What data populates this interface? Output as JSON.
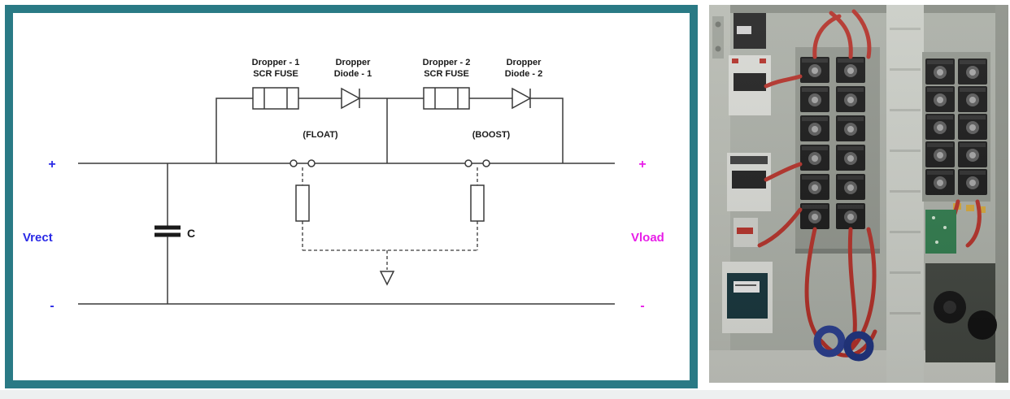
{
  "frame": {
    "border_color": "#2a7a85"
  },
  "schematic": {
    "left": {
      "plus": "+",
      "minus": "-",
      "label": "Vrect",
      "color": "#2a2ae6"
    },
    "right": {
      "plus": "+",
      "minus": "-",
      "label": "Vload",
      "color": "#e81ee8"
    },
    "capacitor_label": "C",
    "float_branch": {
      "fuse_line1": "Dropper - 1",
      "fuse_line2": "SCR FUSE",
      "diode_line1": "Dropper",
      "diode_line2": "Diode - 1",
      "mode": "(FLOAT)"
    },
    "boost_branch": {
      "fuse_line1": "Dropper - 2",
      "fuse_line2": "SCR FUSE",
      "diode_line1": "Dropper",
      "diode_line2": "Diode - 2",
      "mode": "(BOOST)"
    }
  }
}
